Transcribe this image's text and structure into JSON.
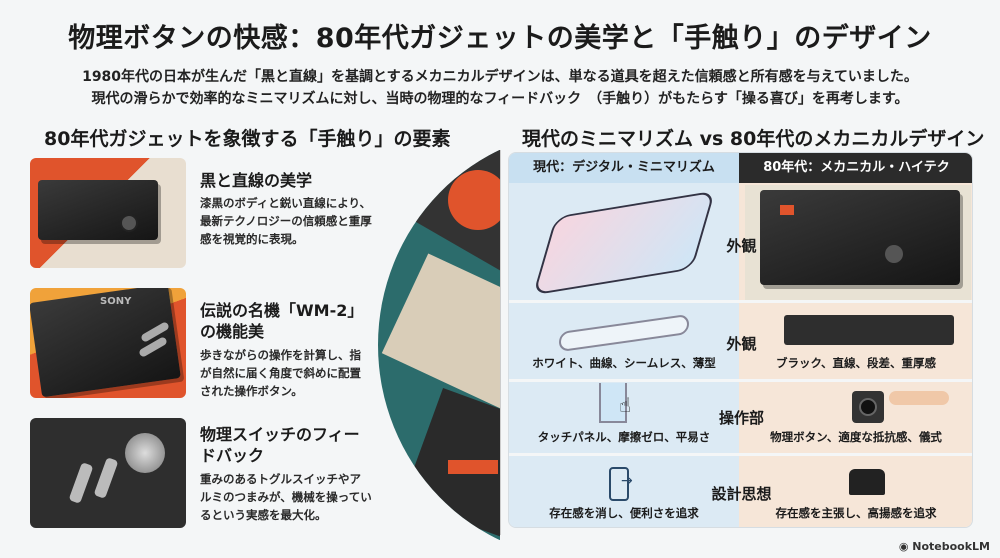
{
  "title": "物理ボタンの快感：80年代ガジェットの美学と「手触り」のデザイン",
  "subtitle": [
    "1980年代の日本が生んだ「黒と直線」を基調とするメカニカルデザインは、単なる道具を超えた信頼感と所有感を与えていました。",
    "現代の滑らかで効率的なミニマリズムに対し、当時の物理的なフィードバック　（手触り）がもたらす「操る喜び」を再考します。"
  ],
  "left": {
    "heading": "80年代ガジェットを象徴する「手触り」の要素",
    "cards": [
      {
        "title": "黒と直線の美学",
        "text": "漆黒のボディと鋭い直線により、最新テクノロジーの信頼感と重厚感を視覚的に表現。",
        "accent": "#e0542c"
      },
      {
        "title": "伝説の名機「WM-2」の機能美",
        "text": "歩きながらの操作を計算し、指が自然に届く角度で斜めに配置された操作ボタン。",
        "accent": "#e8862a",
        "brand": "SONY"
      },
      {
        "title": "物理スイッチのフィードバック",
        "text": "重みのあるトグルスイッチやアルミのつまみが、機械を操っているという実感を最大化。",
        "accent": "#3b3b3b"
      }
    ]
  },
  "right": {
    "heading": "現代のミニマリズム vs 80年代のメカニカルデザイン",
    "col_modern": "現代：デジタル・ミニマリズム",
    "col_80s": "80年代：メカニカル・ハイテク",
    "rows": [
      {
        "label": "外観",
        "modern": "",
        "eighties": ""
      },
      {
        "label": "外観",
        "modern": "ホワイト、曲線、シームレス、薄型",
        "eighties": "ブラック、直線、段差、重厚感"
      },
      {
        "label": "操作部",
        "modern": "タッチパネル、摩擦ゼロ、平易さ",
        "eighties": "物理ボタン、適度な抵抗感、儀式"
      },
      {
        "label": "設計思想",
        "modern": "存在感を消し、便利さを追求",
        "eighties": "存在感を主張し、高揚感を追求"
      }
    ]
  },
  "footer": {
    "logo": "NotebookLM"
  },
  "colors": {
    "modern_bg": "#dceaf4",
    "eighties_bg": "#f6e6d8",
    "header_dark": "#2b2b2b",
    "orange": "#e0542c"
  }
}
